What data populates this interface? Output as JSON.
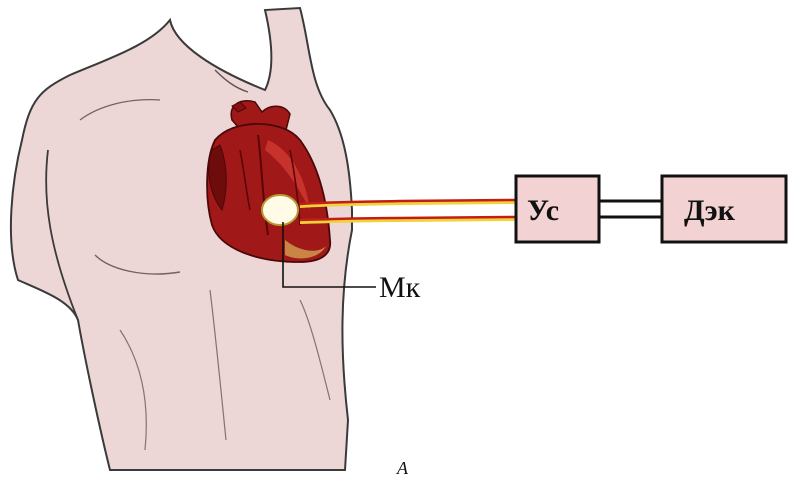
{
  "labels": {
    "microphone": "Мк",
    "amplifier": "Ус",
    "recorder": "Дэк",
    "figure_letter": "А"
  },
  "colors": {
    "background": "#ffffff",
    "skin_fill": "#ecd6d6",
    "outline": "#3a3a3a",
    "heart_main": "#a01818",
    "heart_dark": "#6e0c0c",
    "heart_light": "#d23a32",
    "box_fill": "#f2d2d2",
    "box_stroke": "#111111",
    "wire_red": "#c21e14",
    "wire_yellow": "#f2d23a",
    "microphone_fill": "#fffbe6"
  }
}
